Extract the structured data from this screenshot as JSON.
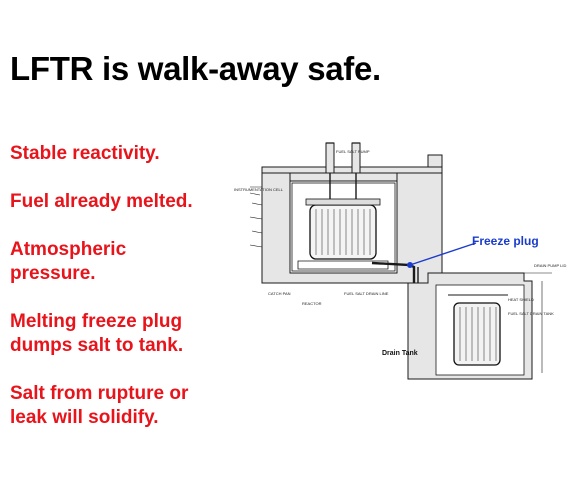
{
  "slide": {
    "title": "LFTR is walk-away safe.",
    "bullet_color": "#e8141b",
    "bullets": [
      "Stable reactivity.",
      "Fuel already melted.",
      "Atmospheric\npressure.",
      "Melting freeze plug\ndumps salt to tank.",
      "Salt from rupture or\nleak will solidify."
    ]
  },
  "diagram": {
    "freeze_plug_label": "Freeze plug",
    "freeze_plug_color": "#1a3ccc",
    "drain_tank_label": "Drain Tank",
    "small_labels": {
      "fuel_salt_pump": "FUEL SALT PUMP",
      "instrumentation_cell": "INSTRUMENTATION CELL",
      "catch_pan": "CATCH PAN",
      "reactor": "REACTOR",
      "fuel_salt_drain_line": "FUEL SALT DRAIN LINE",
      "drain_pump_lid": "DRAIN PUMP LID",
      "heat_shield": "HEAT SHIELD",
      "fuel_salt_drain_tank": "FUEL SALT DRAIN TANK"
    }
  }
}
